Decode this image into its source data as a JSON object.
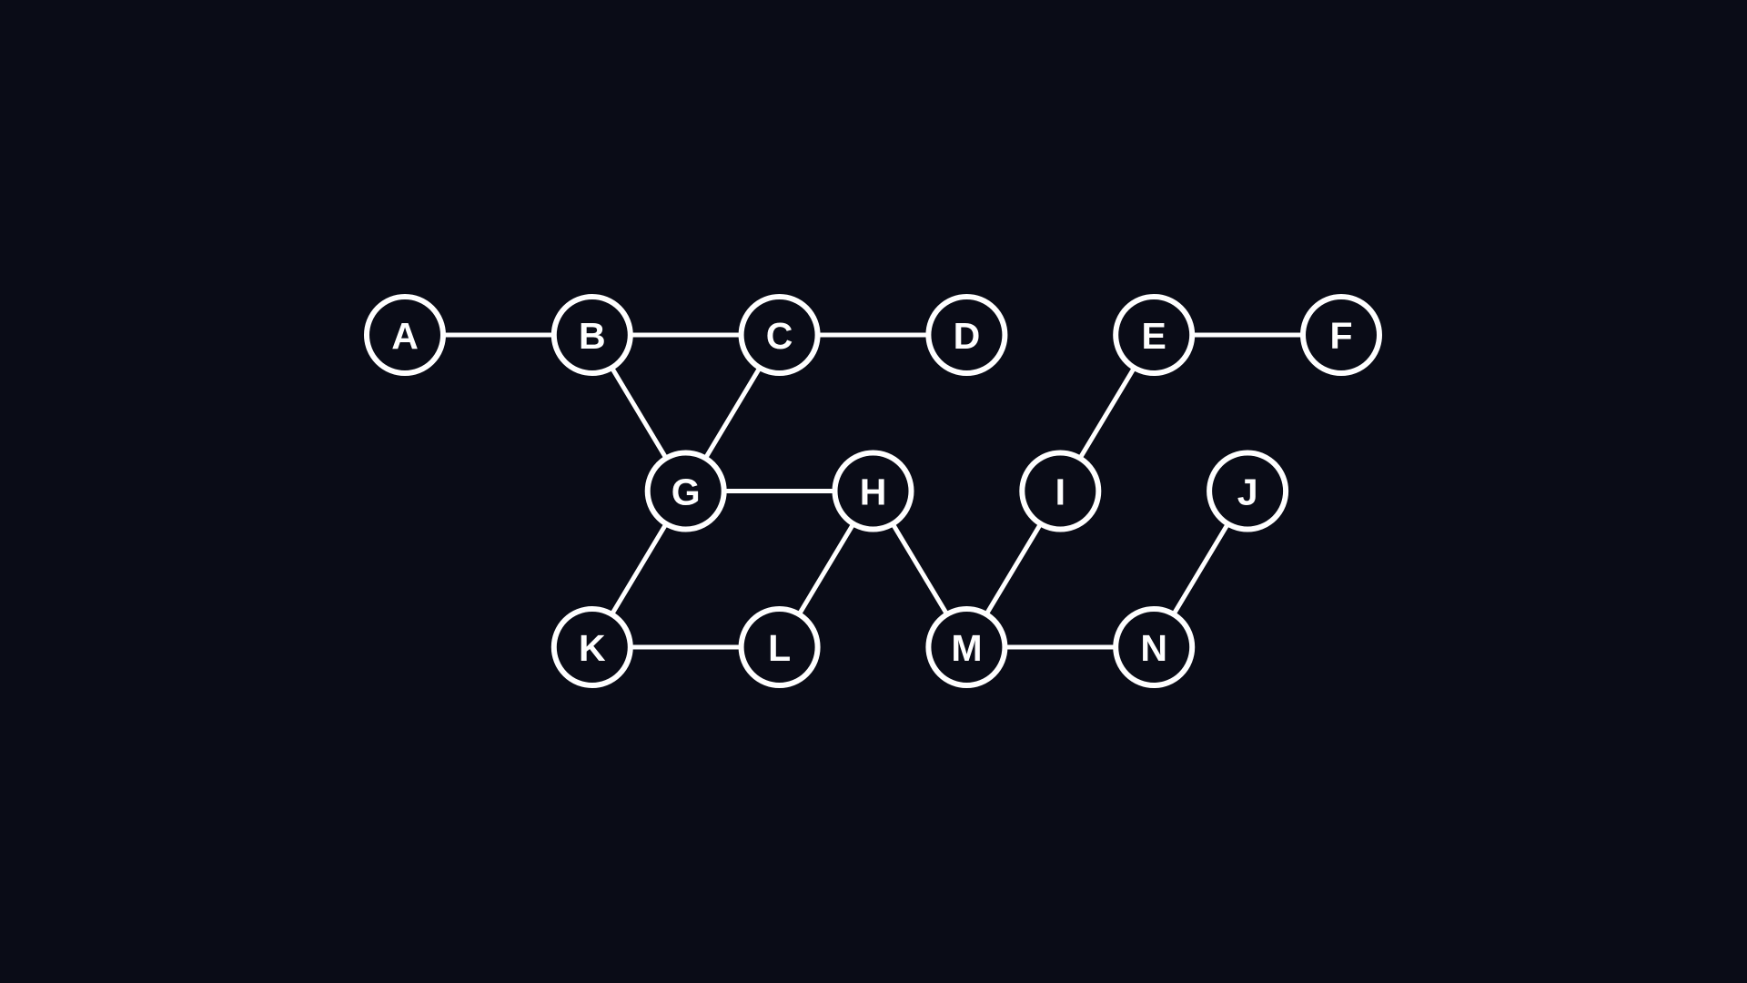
{
  "diagram": {
    "type": "graph",
    "colors": {
      "background": "#0a0c17",
      "stroke": "#ffffff",
      "label": "#ffffff"
    },
    "nodes": [
      {
        "id": "A",
        "label": "A",
        "row": 0,
        "col": 0
      },
      {
        "id": "B",
        "label": "B",
        "row": 0,
        "col": 2
      },
      {
        "id": "C",
        "label": "C",
        "row": 0,
        "col": 4
      },
      {
        "id": "D",
        "label": "D",
        "row": 0,
        "col": 6
      },
      {
        "id": "E",
        "label": "E",
        "row": 0,
        "col": 8
      },
      {
        "id": "F",
        "label": "F",
        "row": 0,
        "col": 10
      },
      {
        "id": "G",
        "label": "G",
        "row": 1,
        "col": 3
      },
      {
        "id": "H",
        "label": "H",
        "row": 1,
        "col": 5
      },
      {
        "id": "I",
        "label": "I",
        "row": 1,
        "col": 7
      },
      {
        "id": "J",
        "label": "J",
        "row": 1,
        "col": 9
      },
      {
        "id": "K",
        "label": "K",
        "row": 2,
        "col": 2
      },
      {
        "id": "L",
        "label": "L",
        "row": 2,
        "col": 4
      },
      {
        "id": "M",
        "label": "M",
        "row": 2,
        "col": 6
      },
      {
        "id": "N",
        "label": "N",
        "row": 2,
        "col": 8
      }
    ],
    "edges": [
      [
        "A",
        "B"
      ],
      [
        "B",
        "C"
      ],
      [
        "C",
        "D"
      ],
      [
        "E",
        "F"
      ],
      [
        "B",
        "G"
      ],
      [
        "C",
        "G"
      ],
      [
        "G",
        "H"
      ],
      [
        "E",
        "I"
      ],
      [
        "G",
        "K"
      ],
      [
        "H",
        "L"
      ],
      [
        "H",
        "M"
      ],
      [
        "I",
        "M"
      ],
      [
        "J",
        "N"
      ],
      [
        "K",
        "L"
      ],
      [
        "M",
        "N"
      ]
    ]
  }
}
